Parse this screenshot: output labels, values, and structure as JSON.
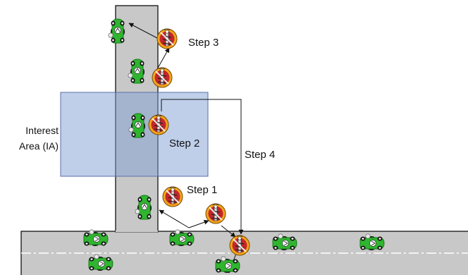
{
  "labels": {
    "step1": "Step 1",
    "step2": "Step 2",
    "step3": "Step 3",
    "step4": "Step 4",
    "interest_area_line1": "Interest",
    "interest_area_line2": "Area (IA)"
  },
  "colors": {
    "road": "#c8c8c8",
    "road_border": "#111111",
    "interest_area_fill": "#7f9fd6",
    "car_body": "#2fb52f",
    "car_dark": "#1a7a1a",
    "badge_ring": "#f3a51a",
    "badge_core": "#c3262b",
    "arrow": "#111111"
  },
  "icons": {
    "car": "green-car-icon",
    "road_side_unit": "roadside-unit-icon"
  }
}
